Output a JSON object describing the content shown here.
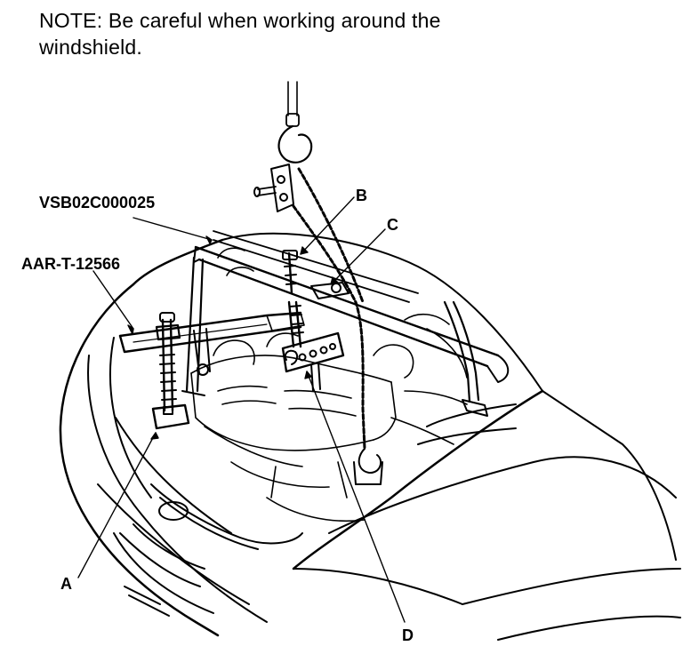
{
  "note": {
    "line1": "NOTE: Be careful when working around the",
    "line2": "windshield."
  },
  "callouts": {
    "vsb": "VSB02C000025",
    "aar": "AAR-T-12566",
    "a": "A",
    "b": "B",
    "c": "C",
    "d": "D"
  }
}
